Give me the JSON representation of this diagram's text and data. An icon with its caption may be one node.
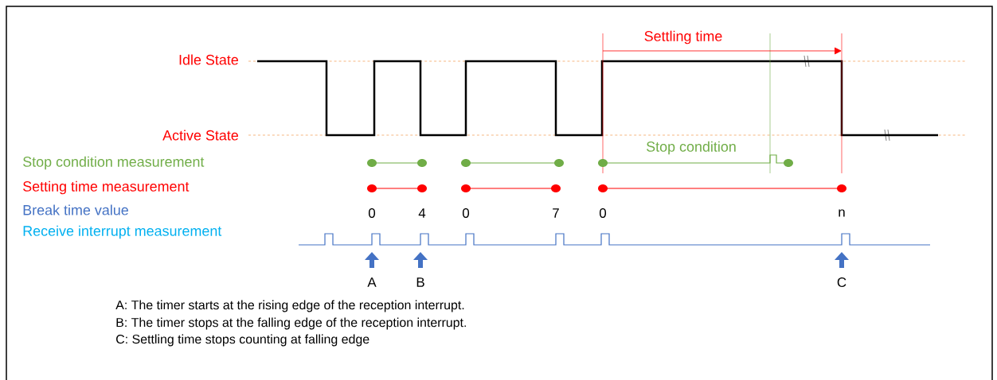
{
  "diagram": {
    "labels": [
      "Settling time",
      "Idle State",
      "Active State",
      "Stop condition",
      "Stop condition measurement",
      "Setting time measurement",
      "Break time value",
      "0",
      "4",
      "0",
      "7",
      "0",
      "n",
      "Receive interrupt measurement",
      "A",
      "B",
      "C",
      "A: The timer starts at the rising edge of the reception interrupt.",
      "B: The timer stops at the falling edge of the reception interrupt.",
      "C: Settling time stops counting at falling edge"
    ]
  }
}
